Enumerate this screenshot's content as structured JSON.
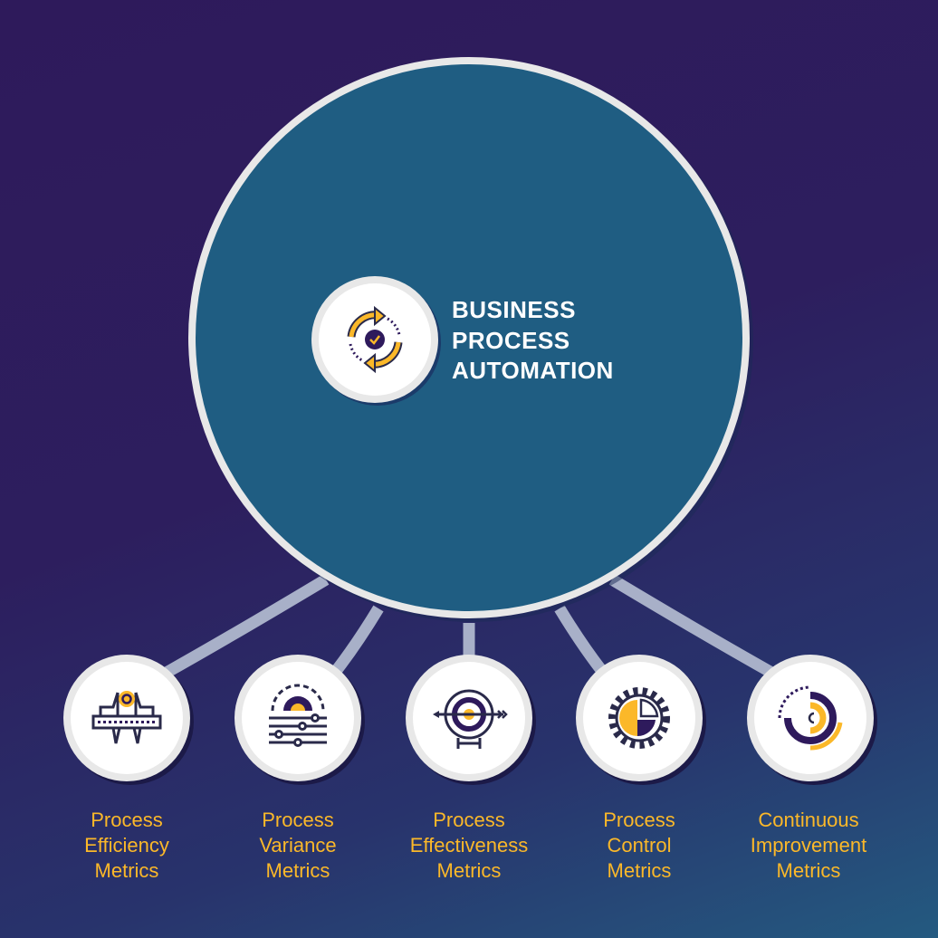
{
  "center": {
    "title_lines": [
      "BUSINESS",
      "PROCESS",
      "AUTOMATION"
    ],
    "icon": "automation-cycle-check-icon"
  },
  "metrics": [
    {
      "lines": [
        "Process",
        "Efficiency",
        "Metrics"
      ],
      "icon": "caliper-icon"
    },
    {
      "lines": [
        "Process",
        "Variance",
        "Metrics"
      ],
      "icon": "gear-sliders-icon"
    },
    {
      "lines": [
        "Process",
        "Effectiveness",
        "Metrics"
      ],
      "icon": "target-arrow-icon"
    },
    {
      "lines": [
        "Process",
        "Control",
        "Metrics"
      ],
      "icon": "gear-pie-chart-icon"
    },
    {
      "lines": [
        "Continuous",
        "Improvement",
        "Metrics"
      ],
      "icon": "concentric-progress-icon"
    }
  ],
  "colors": {
    "accent": "#fbb829",
    "dark": "#2e1a5c",
    "circle": "#1f5d82",
    "ring": "#e8e8e8",
    "connector": "#a8b0c8"
  }
}
